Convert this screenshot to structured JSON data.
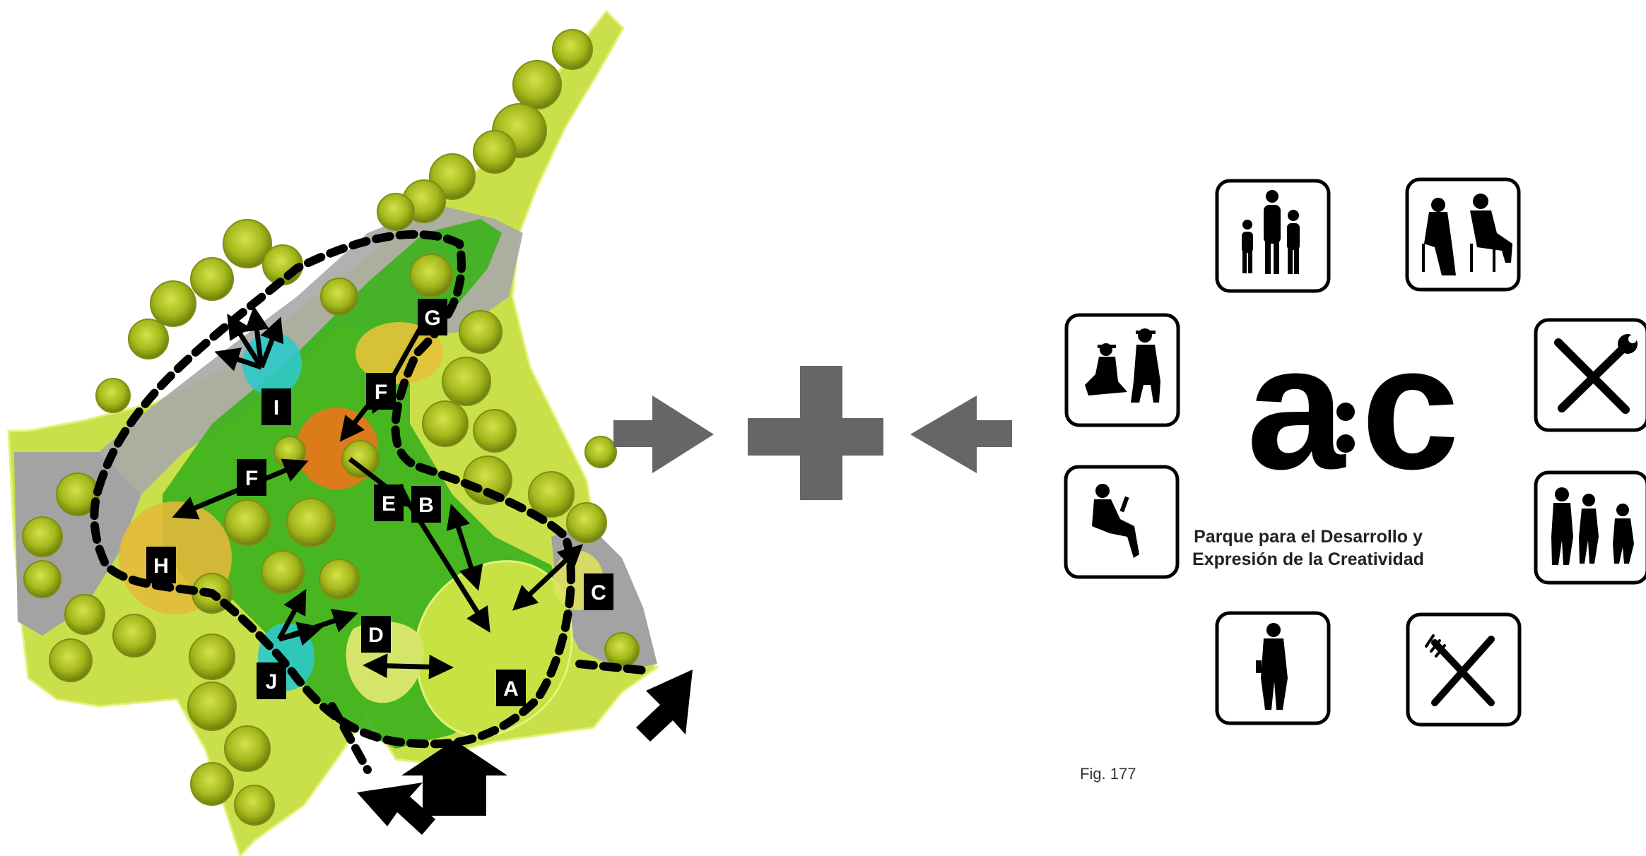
{
  "diagram": {
    "zones": [
      {
        "id": "zone-a",
        "label": "A"
      },
      {
        "id": "zone-b",
        "label": "B"
      },
      {
        "id": "zone-c",
        "label": "C"
      },
      {
        "id": "zone-d",
        "label": "D"
      },
      {
        "id": "zone-e",
        "label": "E"
      },
      {
        "id": "zone-f1",
        "label": "F"
      },
      {
        "id": "zone-f2",
        "label": "F"
      },
      {
        "id": "zone-g",
        "label": "G"
      },
      {
        "id": "zone-h",
        "label": "H"
      },
      {
        "id": "zone-i",
        "label": "I"
      },
      {
        "id": "zone-j",
        "label": "J"
      }
    ]
  },
  "logo": {
    "mark_left": "a",
    "mark_right": "c",
    "subtitle_line1": "Parque para el Desarrollo y",
    "subtitle_line2": "Expresión de la Creatividad"
  },
  "icons": [
    {
      "name": "family-icon"
    },
    {
      "name": "seated-elders-icon"
    },
    {
      "name": "artists-icon"
    },
    {
      "name": "tools-icon"
    },
    {
      "name": "reader-icon"
    },
    {
      "name": "group-walking-icon"
    },
    {
      "name": "person-standing-icon"
    },
    {
      "name": "food-icon"
    }
  ],
  "caption": "Fig. 177",
  "colors": {
    "arrow_gray": "#666666",
    "park_lime": "#c8e04a",
    "park_green": "#3db21d",
    "zone_yellow": "#e8c13a",
    "zone_orange": "#e8761a",
    "zone_cyan": "#2cc9c9"
  }
}
